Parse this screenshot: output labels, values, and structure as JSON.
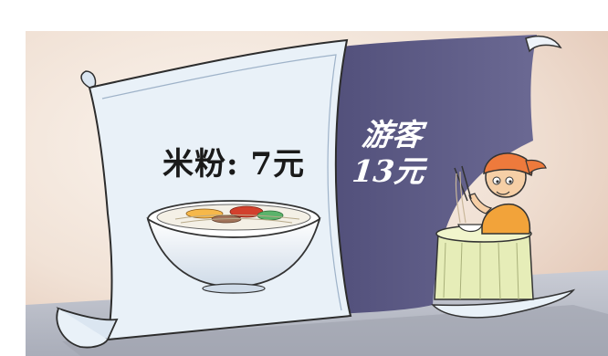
{
  "cartoon": {
    "front_sign_text": "米粉: 7元",
    "back_sign_line1": "游客",
    "back_sign_line2": "13元"
  },
  "colors": {
    "background": "#f3e6dc",
    "front_sign": "#e9f1f8",
    "back_sign": "#5c5a86",
    "ground": "#b9bcc6",
    "tablecloth": "#e6edb8",
    "cap": "#ee7a3c"
  }
}
